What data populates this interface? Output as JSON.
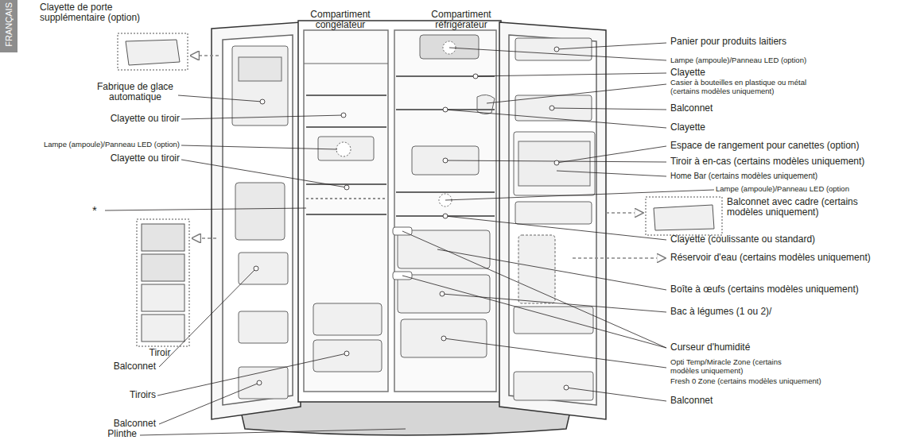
{
  "diagram": {
    "nodes": [
      {
        "text": [
          "FRANÇAIS"
        ]
      }
    ],
    "labels": [
      "Compartiment congélateur",
      "Compartiment réfrigérateur",
      "Clayette de porte supplémentaire (option)",
      "Fabrique de glace automatique",
      "Clayette ou tiroir",
      "Lampe (ampoule)/Panneau LED (option)",
      "Clayette ou tiroir",
      "*",
      "Tiroir",
      "Balconnet",
      "Tiroirs",
      "Balconnet",
      "Plinthe",
      "Panier pour produits laitiers",
      "Lampe (ampoule)/Panneau LED (option)",
      "Clayette",
      "Casier à bouteilles en plastique ou métal (certains modèles uniquement)",
      "Balconnet",
      "Clayette",
      "Espace de rangement pour canettes (option)",
      "Tiroir à en-cas (certains modèles uniquement)",
      "Home Bar (certains modèles uniquement)",
      "Lampe (ampoule)/Panneau LED (option",
      "Balconnet avec cadre (certains modèles uniquement)",
      "Clayette (coulissante ou standard)",
      "Réservoir d'eau (certains modèles uniquement)",
      "Boîte à œufs (certains modèles uniquement)",
      "Bac à légumes (1 ou 2)/",
      "Curseur d'humidité",
      "Opti Temp/Miracle Zone (certains modèles uniquement)",
      "Fresh 0 Zone (certains modèles uniquement)",
      "Balconnet"
    ]
  }
}
